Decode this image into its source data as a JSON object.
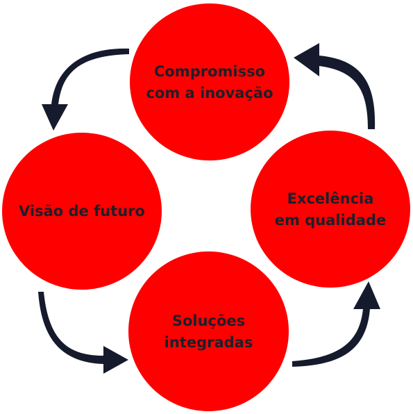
{
  "colors": {
    "circle_fill": "#fe0000",
    "arrow_fill": "#151b2c",
    "label_text": "#1c1f2a"
  },
  "nodes": {
    "top": {
      "label": "Compromisso\ncom a inovação"
    },
    "right": {
      "label": "Excelência\nem qualidade"
    },
    "bottom": {
      "label": "Soluções\nintegradas"
    },
    "left": {
      "label": "Visão de futuro"
    }
  },
  "arrows": [
    "curved-arrow-icon",
    "curved-arrow-icon",
    "curved-arrow-icon",
    "curved-arrow-icon"
  ]
}
